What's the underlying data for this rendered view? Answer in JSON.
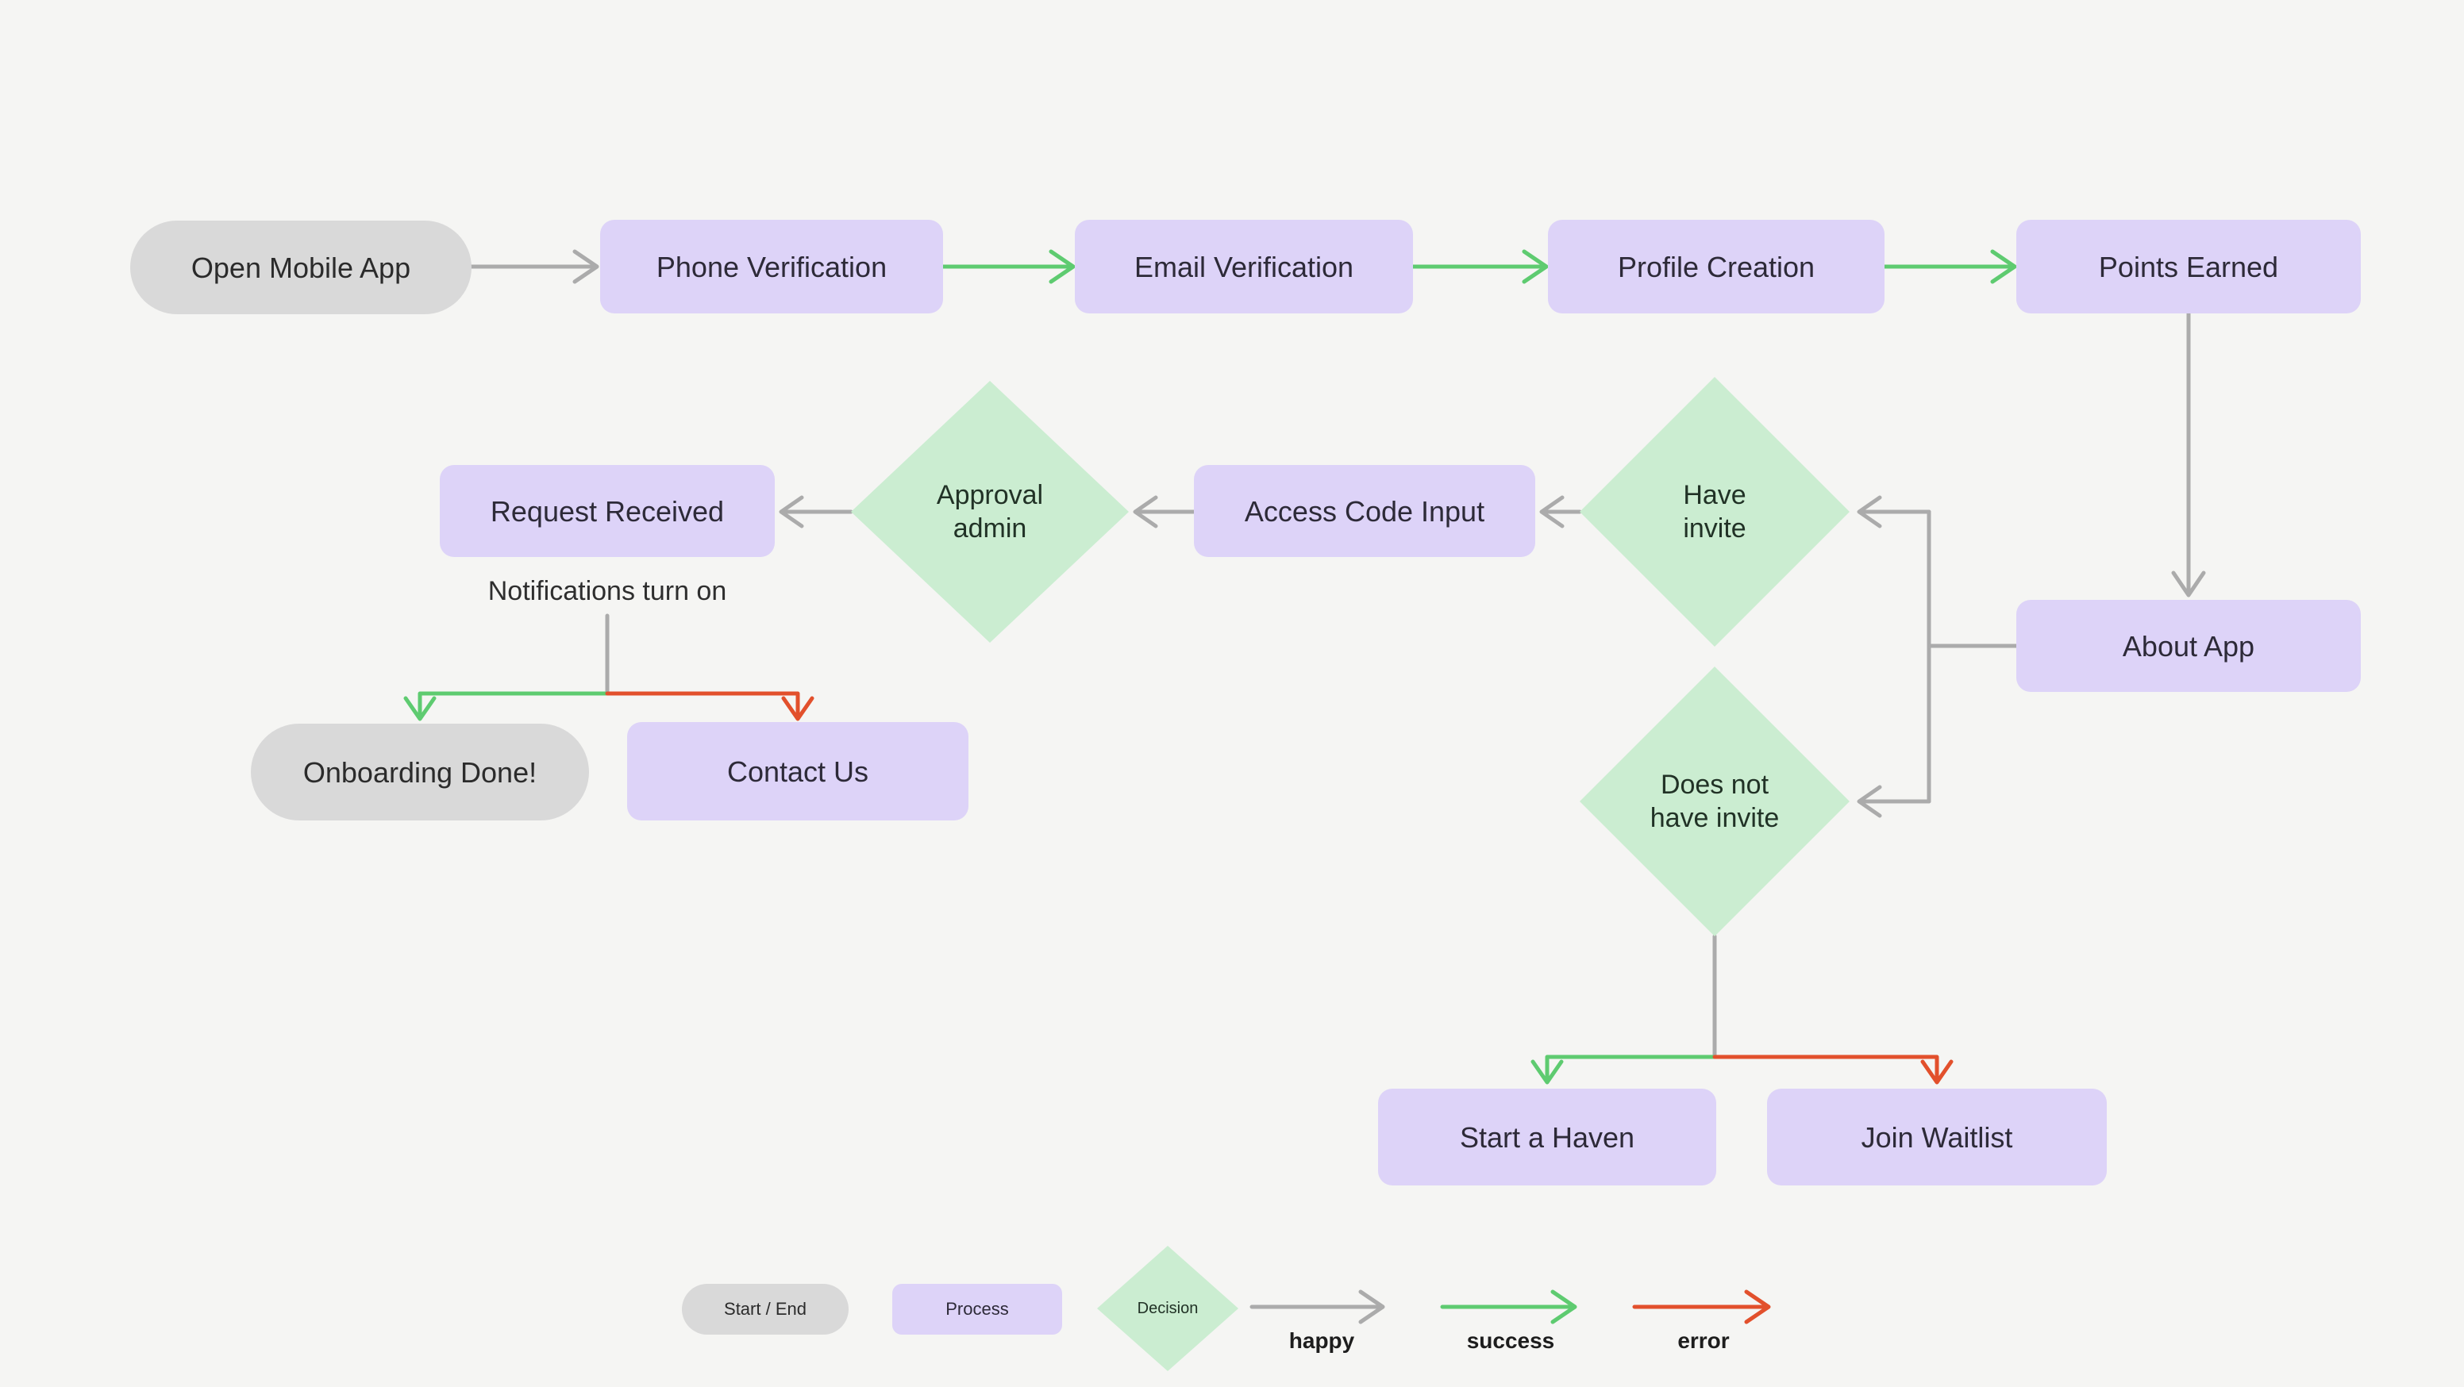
{
  "colors": {
    "background": "#f5f5f3",
    "start_end_fill": "#d9d9d9",
    "process_fill": "#ddd3f8",
    "decision_fill": "#cbedd1",
    "happy_arrow": "#ababab",
    "success_arrow": "#5ecb70",
    "error_arrow": "#e2502c",
    "text_dark": "#2d2a38",
    "text_diamond": "#213226",
    "text_gray_node": "#2b2b2b",
    "text_label": "#2e2e2e"
  },
  "nodes": {
    "open_mobile_app": "Open Mobile App",
    "phone_verification": "Phone Verification",
    "email_verification": "Email Verification",
    "profile_creation": "Profile Creation",
    "points_earned": "Points Earned",
    "request_received": "Request Received",
    "approval_admin": "Approval\nadmin",
    "access_code_input": "Access Code Input",
    "have_invite": "Have\ninvite",
    "about_app": "About App",
    "notifications_note": "Notifications turn on",
    "onboarding_done": "Onboarding Done!",
    "contact_us": "Contact Us",
    "does_not_have_invite": "Does not\nhave invite",
    "start_a_haven": "Start a Haven",
    "join_waitlist": "Join Waitlist"
  },
  "legend": {
    "start_end": "Start / End",
    "process": "Process",
    "decision": "Decision",
    "happy": "happy",
    "success": "success",
    "error": "error"
  },
  "edges": [
    {
      "from": "Open Mobile App",
      "to": "Phone Verification",
      "type": "happy"
    },
    {
      "from": "Phone Verification",
      "to": "Email Verification",
      "type": "success"
    },
    {
      "from": "Email Verification",
      "to": "Profile Creation",
      "type": "success"
    },
    {
      "from": "Profile Creation",
      "to": "Points Earned",
      "type": "success"
    },
    {
      "from": "Points Earned",
      "to": "About App",
      "type": "happy"
    },
    {
      "from": "About App",
      "to": "Have invite",
      "type": "happy"
    },
    {
      "from": "About App",
      "to": "Does not have invite",
      "type": "happy"
    },
    {
      "from": "Have invite",
      "to": "Access Code Input",
      "type": "happy"
    },
    {
      "from": "Access Code Input",
      "to": "Approval admin",
      "type": "happy"
    },
    {
      "from": "Approval admin",
      "to": "Request Received",
      "type": "happy"
    },
    {
      "from": "Request Received",
      "to": "Onboarding Done!",
      "type": "success",
      "via": "Notifications turn on"
    },
    {
      "from": "Request Received",
      "to": "Contact Us",
      "type": "error",
      "via": "Notifications turn on"
    },
    {
      "from": "Does not have invite",
      "to": "Start a Haven",
      "type": "success"
    },
    {
      "from": "Does not have invite",
      "to": "Join Waitlist",
      "type": "error"
    }
  ]
}
